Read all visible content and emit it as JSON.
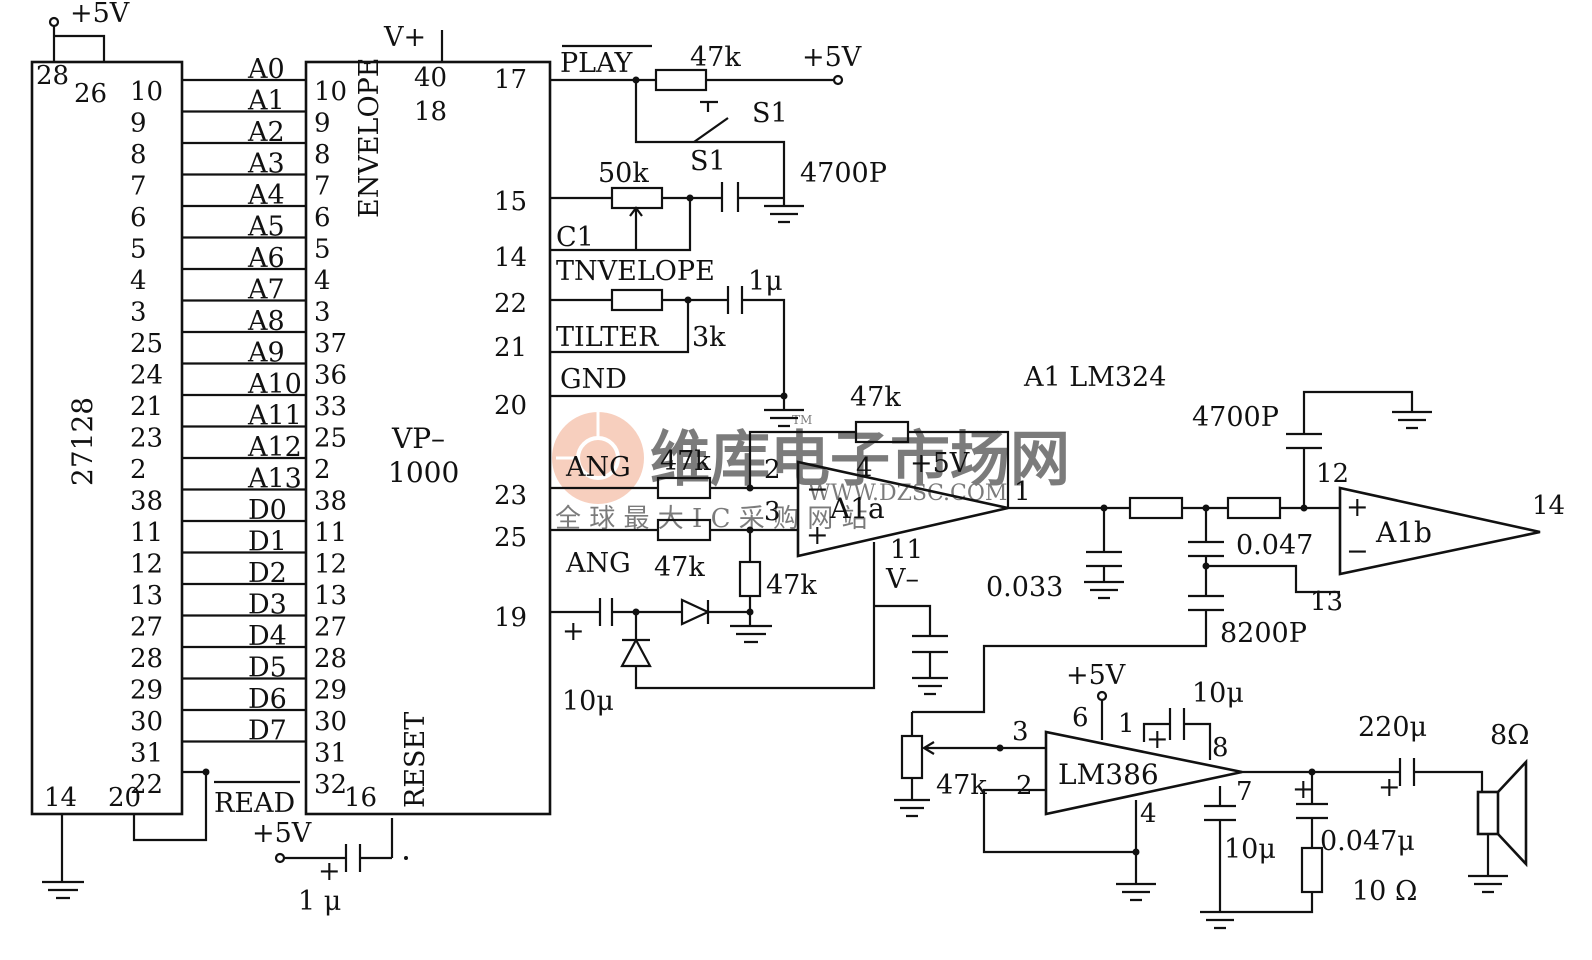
{
  "chips": {
    "eprom": "27128",
    "vp": [
      "VP–",
      "1000"
    ],
    "vp_envelope": "ENVELOPE",
    "vp_reset": "RESET",
    "a1a": "A1a",
    "a1b": "A1b",
    "lm386": "LM386",
    "opamp_title": "A1   LM324"
  },
  "eprom_pins": {
    "top_pins": [
      "28",
      "26"
    ],
    "right_pins": [
      "10",
      "9",
      "8",
      "7",
      "6",
      "5",
      "4",
      "3",
      "25",
      "24",
      "21",
      "23",
      "2",
      "38",
      "11",
      "12",
      "13",
      "27",
      "28",
      "29",
      "30",
      "31",
      "22"
    ],
    "bottom_pins": [
      "14",
      "20"
    ]
  },
  "bus_labels": [
    "A0",
    "A1",
    "A2",
    "A3",
    "A4",
    "A5",
    "A6",
    "A7",
    "A8",
    "A9",
    "A10",
    "A11",
    "A12",
    "A13",
    "D0",
    "D1",
    "D2",
    "D3",
    "D4",
    "D5",
    "D6",
    "D7"
  ],
  "vp_left_pins": [
    "10",
    "9",
    "8",
    "7",
    "6",
    "5",
    "4",
    "3",
    "37",
    "36",
    "33",
    "25",
    "2",
    "38",
    "11",
    "12",
    "13",
    "27",
    "28",
    "29",
    "30",
    "31",
    "32"
  ],
  "vp_top_pins": [
    "V+",
    "40",
    "18"
  ],
  "vp_right_pins": [
    "17",
    "15",
    "14",
    "22",
    "21",
    "20",
    "23",
    "25",
    "19"
  ],
  "vp_bottom_pin": "16",
  "signals": [
    "PLAY",
    "C1",
    "TNVELOPE",
    "TILTER",
    "GND",
    "ANG",
    "ANG",
    "READ"
  ],
  "opamp_pins": [
    "2",
    "3",
    "4",
    "11",
    "1",
    "12",
    "13",
    "14",
    "3",
    "2",
    "6",
    "1",
    "8",
    "4",
    "7"
  ],
  "supplies": [
    "+5V",
    "+5V",
    "+5V",
    "+5V",
    "+5V",
    "V–"
  ],
  "components": {
    "r_play": "47k",
    "s1": [
      "S1",
      "S1"
    ],
    "pot_50k": "50k",
    "c_4700p": "4700P",
    "c_1u": "1μ",
    "r_3k": "3k",
    "r_47k_fb": "47k",
    "r_47k_in1": "47k",
    "r_47k_in2": "47k",
    "r_47k_gnd": "47k",
    "c_10u": "10μ",
    "c_4700p_b": "4700P",
    "c_0033": "0.033",
    "c_0047": "0.047",
    "c_8200p": "8200P",
    "c_10u_386": "10μ",
    "pot_47k": "47k",
    "c_220u": "220μ",
    "spk": "8Ω",
    "c_10u_b": "10μ",
    "c_0047u": "0.047μ",
    "r_10": "10 Ω",
    "c_1u_reset": "1 μ"
  },
  "watermark": {
    "brand": "维库电子市场网",
    "url": "WWW.DZSC.COM",
    "slogan": "全 球 最 大 I C 采 购 网 站",
    "tm": "TM"
  }
}
